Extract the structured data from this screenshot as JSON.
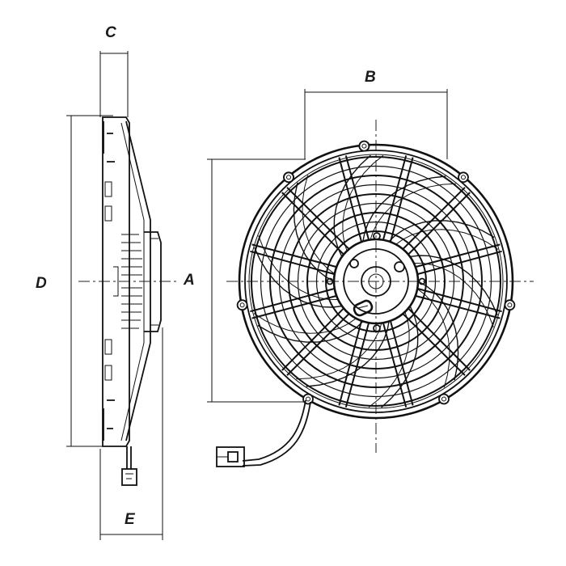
{
  "dimensions": {
    "a": "A",
    "b": "B",
    "c": "C",
    "d": "D",
    "e": "E"
  },
  "fan": {
    "blade_count": 10,
    "guard_ring_count": 9,
    "stroke_color": "#111111",
    "background_color": "#ffffff"
  },
  "connector": {
    "icon": "plug-connector-icon"
  }
}
